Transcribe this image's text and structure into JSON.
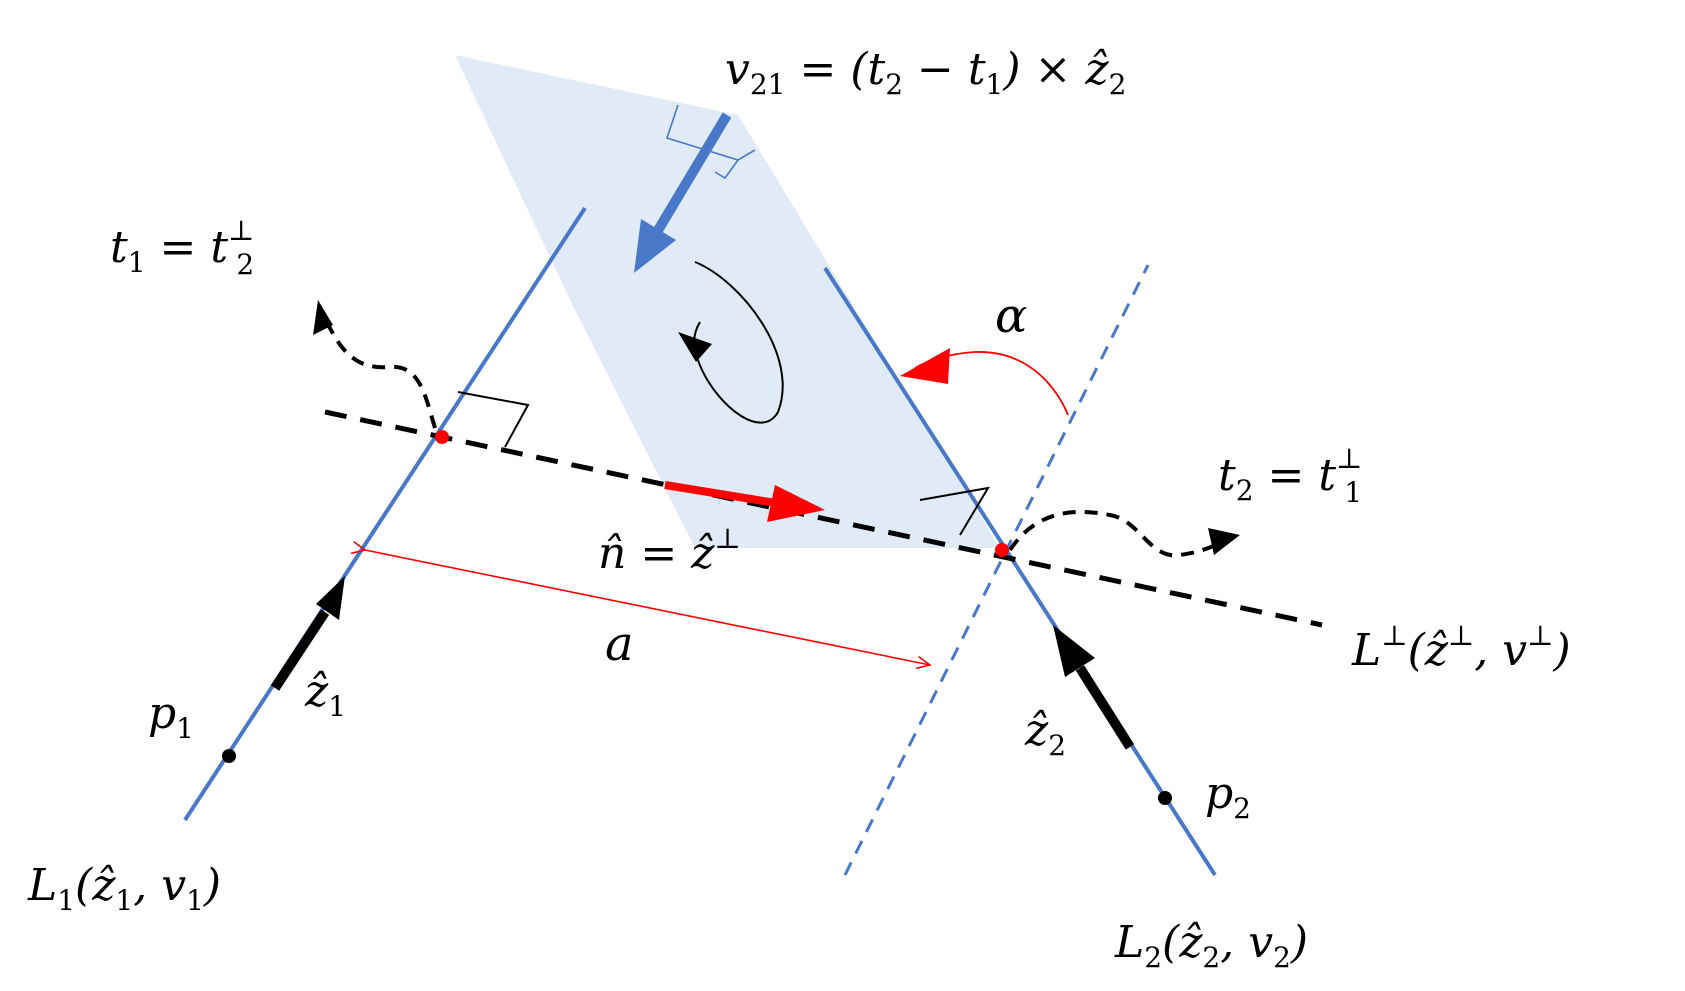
{
  "colors": {
    "line_blue": "#4a78c8",
    "plane_fill": "#dbe7f6",
    "accent_red": "#ff0000",
    "black": "#000000"
  },
  "labels": {
    "v21": {
      "main": "v",
      "sub": "21",
      "rest": " = (t",
      "sub2": "2",
      "mid": " − t",
      "sub3": "1",
      "end": ") × ẑ",
      "sub4": "2"
    },
    "t1": {
      "main": "t",
      "sub": "1",
      "mid": " = t",
      "sup": "⊥",
      "sub2": "2"
    },
    "t2": {
      "main": "t",
      "sub": "2",
      "mid": " = t",
      "sup": "⊥",
      "sub2": "1"
    },
    "alpha": "α",
    "n_hat": {
      "main": "n̂ = ẑ",
      "sup": "⊥"
    },
    "a": "a",
    "L_perp": {
      "main": "L",
      "sup": "⊥",
      "mid": "(ẑ",
      "sup2": "⊥",
      "mid2": ", v",
      "sup3": "⊥",
      "end": ")"
    },
    "z1": {
      "main": "ẑ",
      "sub": "1"
    },
    "z2": {
      "main": "ẑ",
      "sub": "2"
    },
    "p1": {
      "main": "p",
      "sub": "1"
    },
    "p2": {
      "main": "p",
      "sub": "2"
    },
    "L1": {
      "main": "L",
      "sub": "1",
      "mid": "(ẑ",
      "sub2": "1",
      "mid2": ", v",
      "sub3": "1",
      "end": ")"
    },
    "L2": {
      "main": "L",
      "sub": "2",
      "mid": "(ẑ",
      "sub2": "2",
      "mid2": ", v",
      "sub3": "2",
      "end": ")"
    }
  }
}
